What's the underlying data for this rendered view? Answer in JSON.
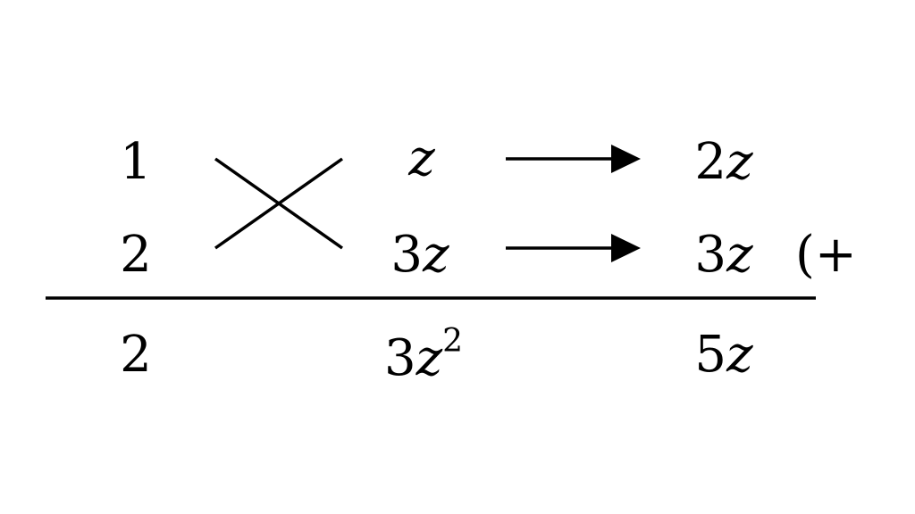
{
  "diagram": {
    "row1": {
      "coef": "1",
      "term_coef": "",
      "term_var": "z",
      "result_coef": "2",
      "result_var": "z"
    },
    "row2": {
      "coef": "2",
      "term_coef": "3",
      "term_var": "z",
      "result_coef": "3",
      "result_var": "z",
      "note": "(+"
    },
    "totals": {
      "coef": "2",
      "middle_coef": "3",
      "middle_var": "z",
      "middle_exp": "2",
      "result_coef": "5",
      "result_var": "z"
    }
  }
}
